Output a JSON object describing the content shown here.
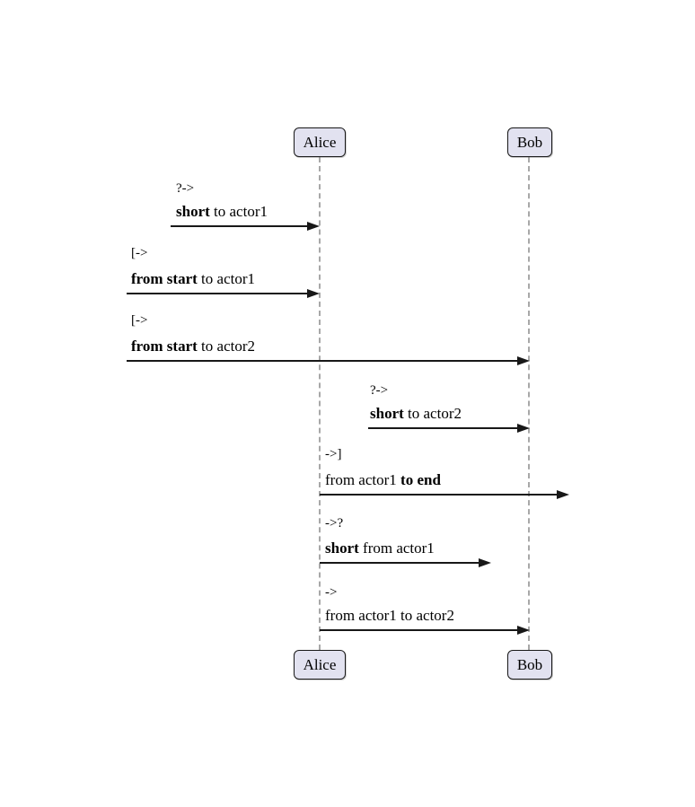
{
  "diagram": {
    "type": "sequence-diagram",
    "actors": [
      {
        "name": "Alice"
      },
      {
        "name": "Bob"
      }
    ],
    "messages": [
      {
        "code": "?->",
        "label_pre": "",
        "label_bold": "short",
        "label_post": " to actor1"
      },
      {
        "code": "[->",
        "label_pre": "",
        "label_bold": "from start",
        "label_post": " to actor1"
      },
      {
        "code": "[->",
        "label_pre": "",
        "label_bold": "from start",
        "label_post": " to actor2"
      },
      {
        "code": "?->",
        "label_pre": "",
        "label_bold": "short",
        "label_post": " to actor2"
      },
      {
        "code": "->]",
        "label_pre": "from actor1 ",
        "label_bold": "to end",
        "label_post": ""
      },
      {
        "code": "->?",
        "label_pre": "",
        "label_bold": "short",
        "label_post": " from actor1"
      },
      {
        "code": "->",
        "label_pre": "from actor1 to actor2",
        "label_bold": "",
        "label_post": ""
      }
    ],
    "colors": {
      "actor_fill": "#E2E2F0",
      "actor_border": "#181818",
      "lifeline": "#A8A8A8",
      "arrow": "#181818",
      "text": "#000000"
    }
  }
}
